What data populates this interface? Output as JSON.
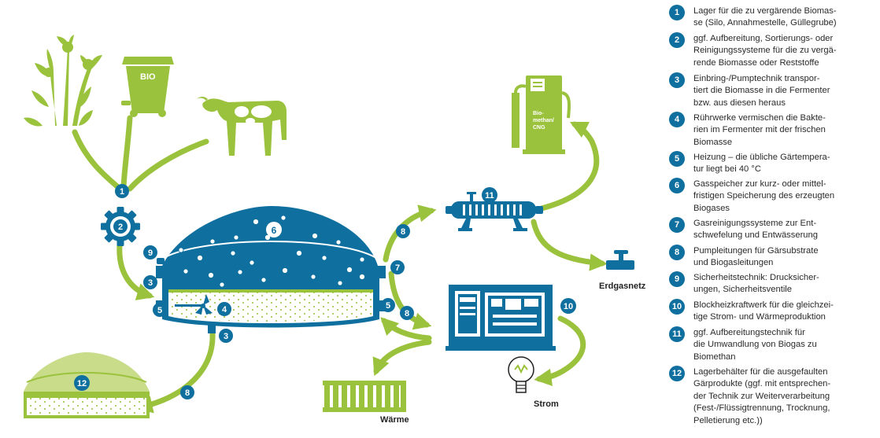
{
  "colors": {
    "blue": "#0f6f9e",
    "green": "#9bc23c",
    "light_green": "#c8dc8a",
    "white": "#ffffff"
  },
  "icons": [
    "plant-icon",
    "bio-bin-icon",
    "cow-icon",
    "gear-icon",
    "fermenter-icon",
    "gas-bubble-icon",
    "stirrer-icon",
    "gas-processor-icon",
    "fuel-pump-icon",
    "valve-icon",
    "chp-engine-icon",
    "lightbulb-icon",
    "radiator-icon",
    "storage-tank-icon"
  ],
  "diagram": {
    "bin_label": "BIO",
    "pump_label": "Bio-\nmethan/\nCNG",
    "labels": {
      "erdgasnetz": "Erdgasnetz",
      "strom": "Strom",
      "waerme": "Wärme"
    },
    "markers": {
      "m1": "1",
      "m2": "2",
      "m3a": "3",
      "m3b": "3",
      "m4": "4",
      "m5a": "5",
      "m5b": "5",
      "m6": "6",
      "m7": "7",
      "m8a": "8",
      "m8b": "8",
      "m8c": "8",
      "m9": "9",
      "m10": "10",
      "m11": "11",
      "m12": "12"
    }
  },
  "legend": [
    {
      "num": "1",
      "text": "Lager für die zu vergärende Biomas-\nse (Silo, Annahmestelle, Güllegrube)"
    },
    {
      "num": "2",
      "text": "ggf. Aufbereitung, Sortierungs- oder\nReinigungssysteme für die zu vergä-\nrende Biomasse oder Reststoffe"
    },
    {
      "num": "3",
      "text": "Einbring-/Pumptechnik transpor-\ntiert die Biomasse in die Fermenter\nbzw. aus diesen heraus"
    },
    {
      "num": "4",
      "text": "Rührwerke vermischen die Bakte-\nrien im Fermenter mit der frischen\nBiomasse"
    },
    {
      "num": "5",
      "text": "Heizung – die übliche Gärtempera-\ntur liegt bei 40 °C"
    },
    {
      "num": "6",
      "text": "Gasspeicher zur kurz- oder mittel-\nfristigen Speicherung des erzeugten\nBiogases"
    },
    {
      "num": "7",
      "text": "Gasreinigungssysteme zur Ent-\nschwefelung und Entwässerung"
    },
    {
      "num": "8",
      "text": "Pumpleitungen für Gärsubstrate\nund Biogasleitungen"
    },
    {
      "num": "9",
      "text": "Sicherheitstechnik: Drucksicher-\nungen, Sicherheitsventile"
    },
    {
      "num": "10",
      "text": "Blockheizkraftwerk für die gleichzei-\ntige Strom- und Wärmeproduktion"
    },
    {
      "num": "11",
      "text": "ggf. Aufbereitungstechnik für\ndie Umwandlung von Biogas zu\nBiomethan"
    },
    {
      "num": "12",
      "text": "Lagerbehälter für die ausgefaulten\nGärprodukte (ggf. mit entsprechen-\nder Technik zur Weiterverarbeitung\n(Fest-/Flüssigtrennung, Trocknung,\nPelletierung etc.))"
    }
  ]
}
